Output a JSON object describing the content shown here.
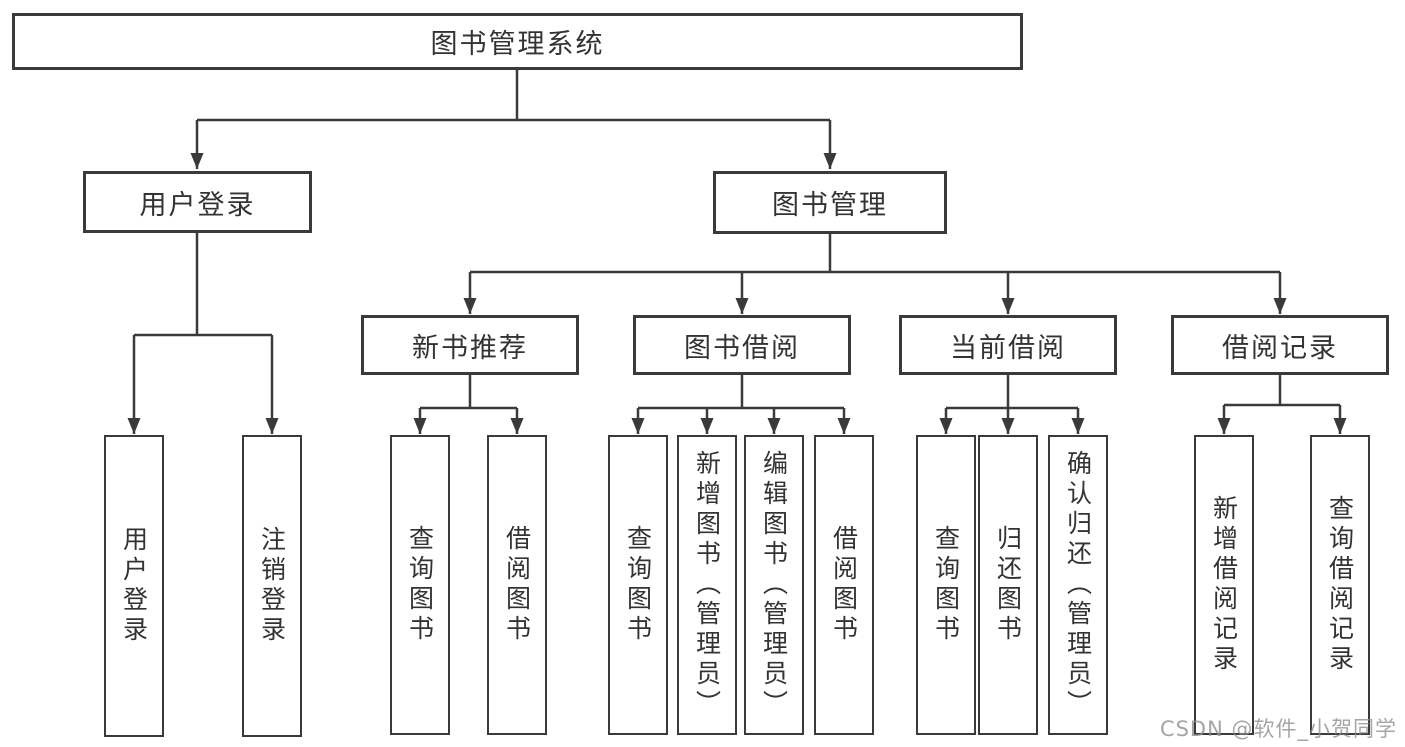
{
  "diagram": {
    "root": "图书管理系统",
    "branches": {
      "user_login": "用户登录",
      "book_management": "图书管理"
    },
    "modules": {
      "new_book_recommend": "新书推荐",
      "book_borrow": "图书借阅",
      "current_borrow": "当前借阅",
      "borrow_records": "借阅记录"
    },
    "leaves": {
      "user_login": "用户登录",
      "logout": "注销登录",
      "nbr_query_books": "查询图书",
      "nbr_borrow_books": "借阅图书",
      "bb_query_books": "查询图书",
      "bb_add_books_admin": "新增图书（管理员）",
      "bb_edit_books_admin": "编辑图书（管理员）",
      "bb_borrow_books": "借阅图书",
      "cb_query_books": "查询图书",
      "cb_return_books": "归还图书",
      "cb_confirm_return_admin": "确认归还（管理员）",
      "br_add_record": "新增借阅记录",
      "br_query_record": "查询借阅记录"
    }
  },
  "watermark": "CSDN @软件_小贺同学",
  "colors": {
    "line": "#3a3a3a",
    "text": "#333333",
    "watermark": "#8f8f8f",
    "background": "#ffffff"
  }
}
